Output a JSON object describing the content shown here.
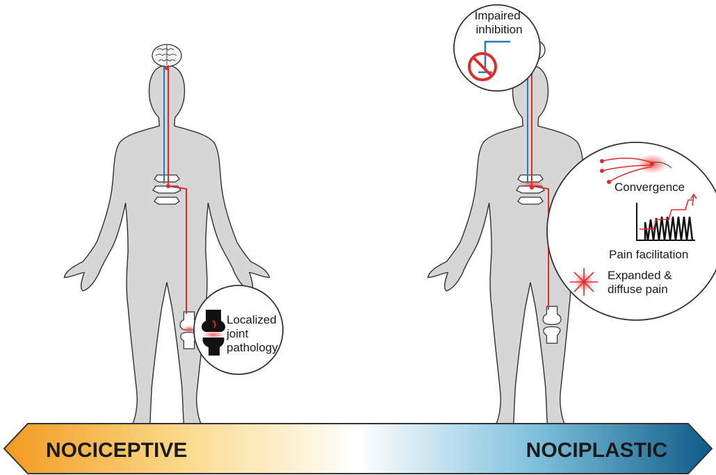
{
  "left_figure": {
    "callout_lines": [
      "Localized",
      "joint",
      "pathology"
    ]
  },
  "right_figure": {
    "brain_callout_lines": [
      "Impaired",
      "inhibition"
    ],
    "convergence_label": "Convergence",
    "facilitation_label": "Pain facilitation",
    "diffuse_lines": [
      "Expanded &",
      "diffuse pain"
    ]
  },
  "spectrum": {
    "left_label": "NOCICEPTIVE",
    "right_label": "NOCIPLASTIC",
    "colors": {
      "left": "#f5a623",
      "middle": "#ffffff",
      "right": "#0e5e8c"
    }
  },
  "colors": {
    "body": "#d6d6d6",
    "afferent": "#e02b2b",
    "descending": "#2a78b8",
    "outline": "#333333"
  }
}
